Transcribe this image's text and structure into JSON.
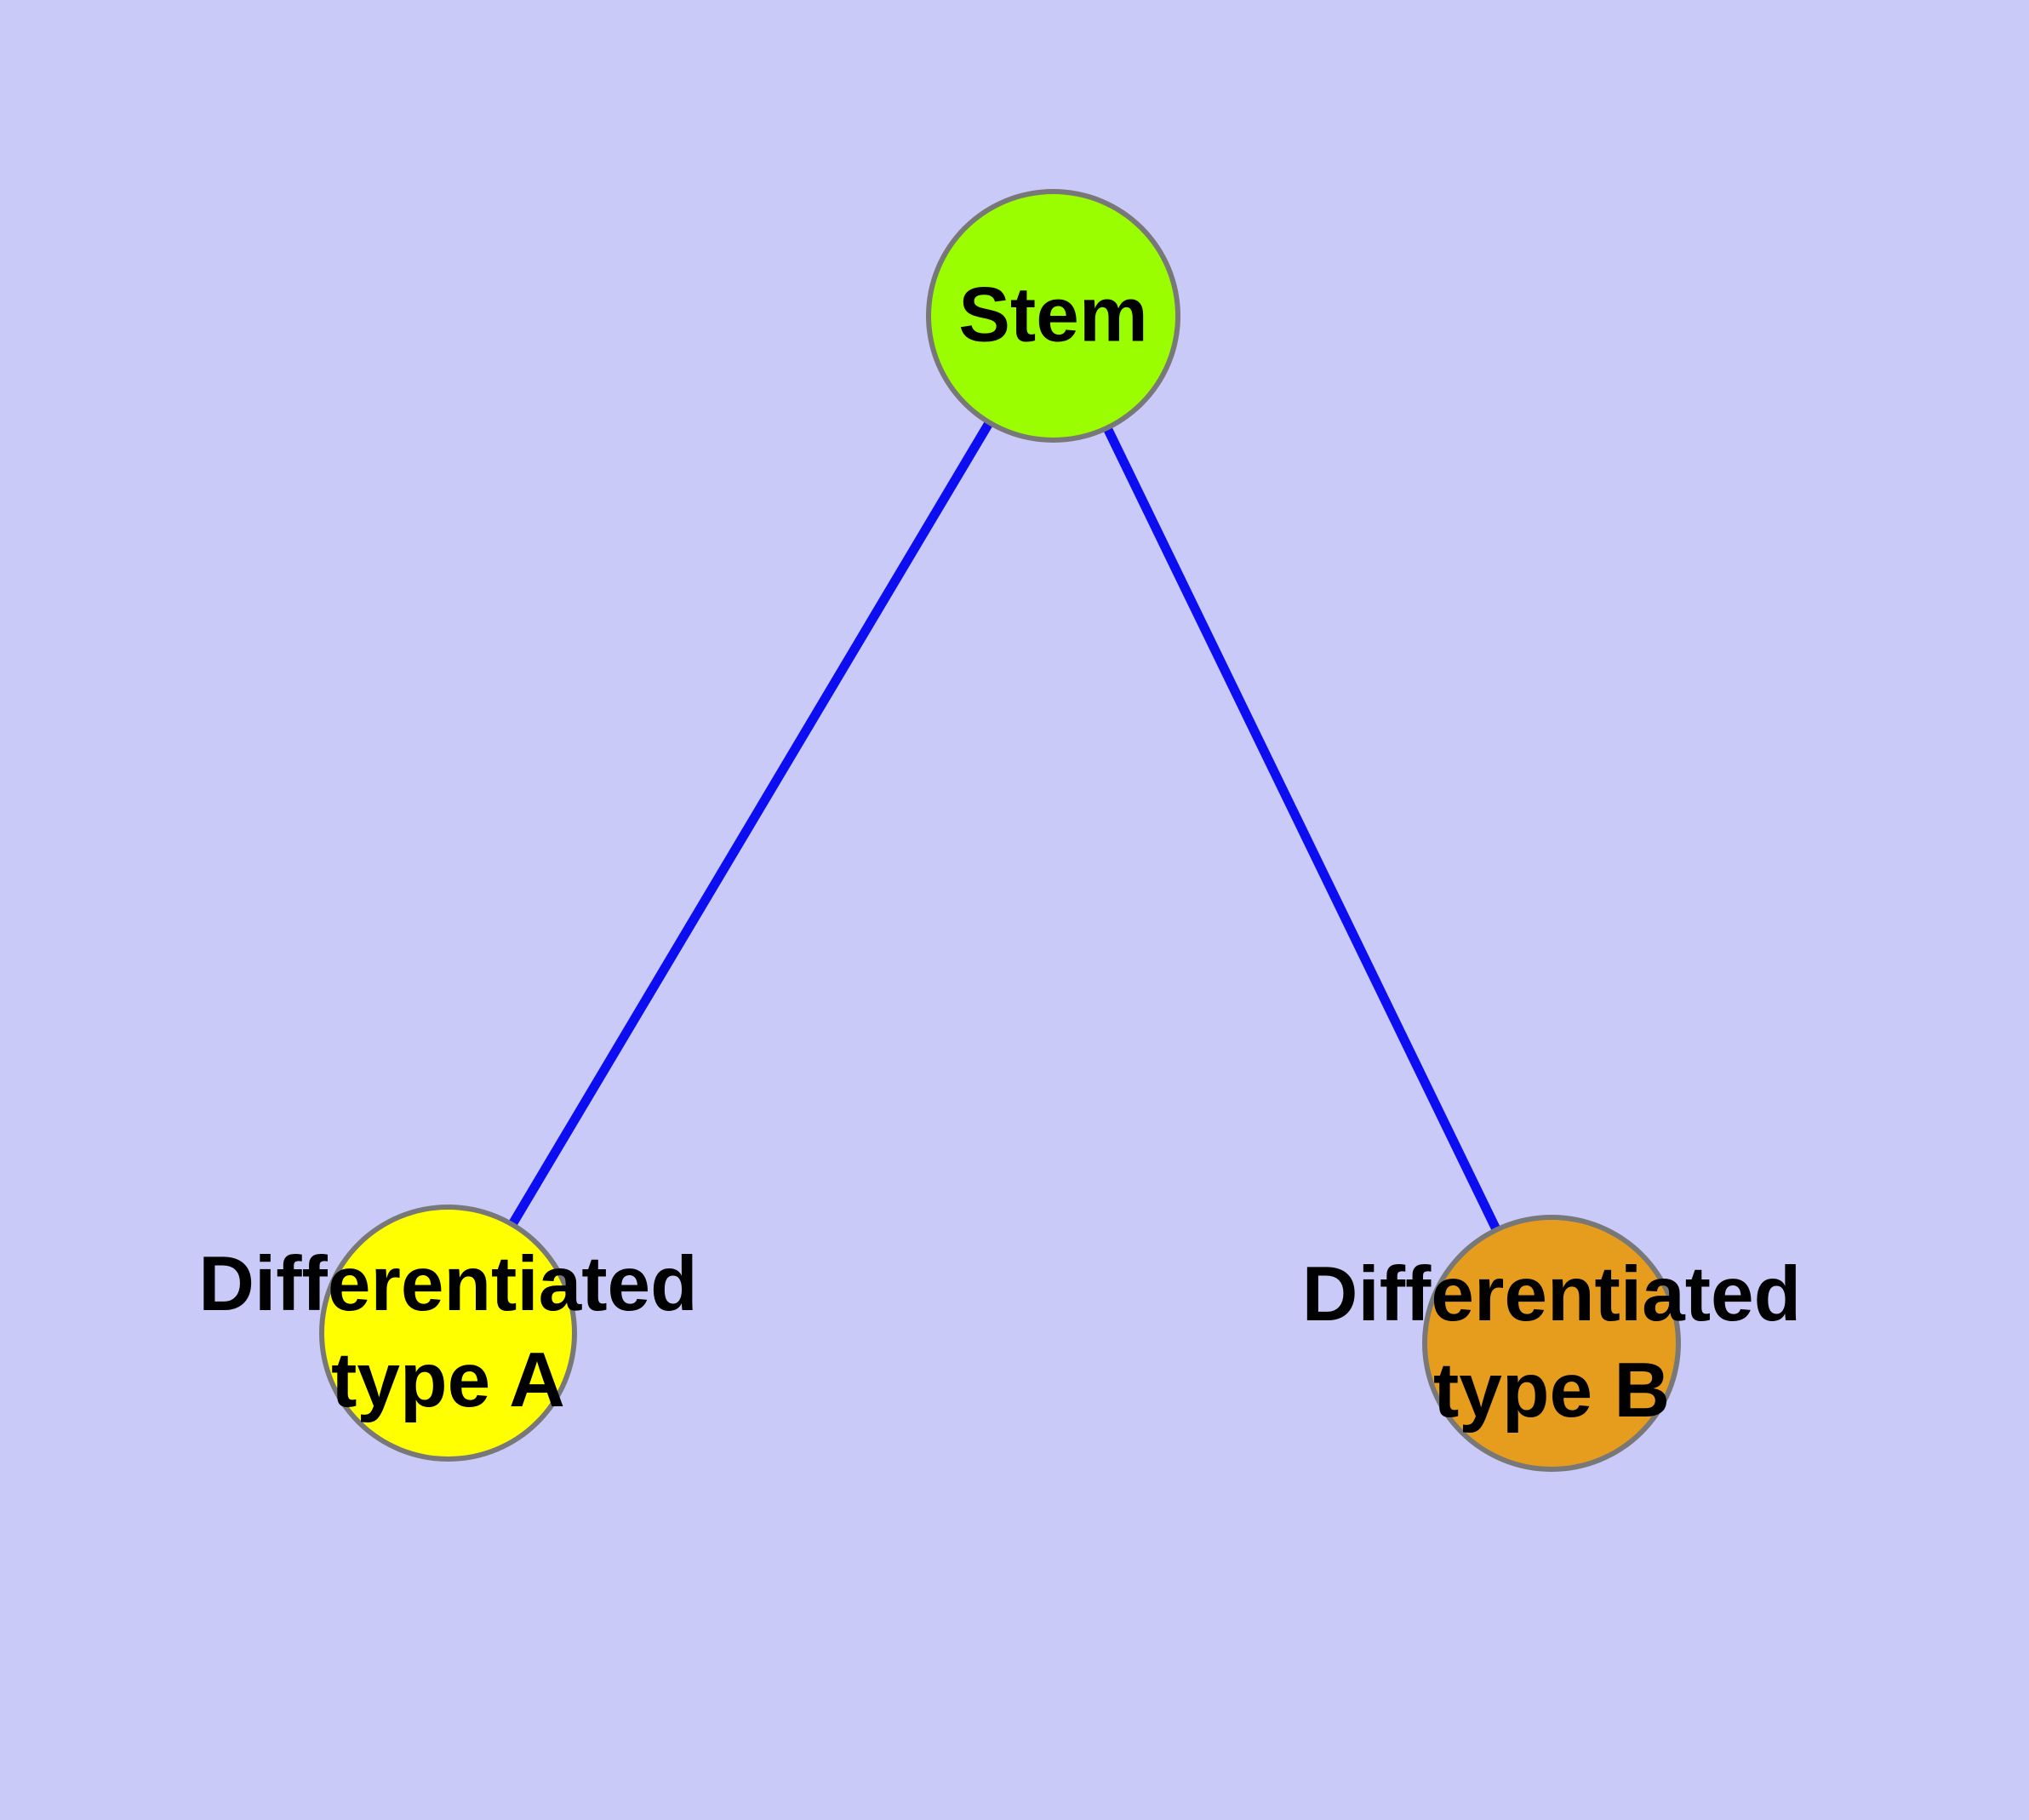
{
  "diagram": {
    "type": "node-link graph",
    "nodes": [
      {
        "id": "stem",
        "lines": [
          "Stem"
        ],
        "fill": "#9afe00",
        "shape": "circle"
      },
      {
        "id": "type-a",
        "lines": [
          "Differentiated",
          "type A"
        ],
        "fill": "#ffff00",
        "shape": "circle"
      },
      {
        "id": "type-b",
        "lines": [
          "Differentiated",
          "type B"
        ],
        "fill": "#e69c1d",
        "shape": "circle"
      }
    ],
    "edges": [
      {
        "from": "stem",
        "to": "type-a"
      },
      {
        "from": "stem",
        "to": "type-b"
      }
    ]
  },
  "colors": {
    "background": "#cacaf8",
    "edge": "#0d0df2",
    "node_border": "#787878",
    "node_stem_fill": "#9afe00",
    "node_type_a_fill": "#ffff00",
    "node_type_b_fill": "#e69c1d",
    "label": "#000000"
  }
}
